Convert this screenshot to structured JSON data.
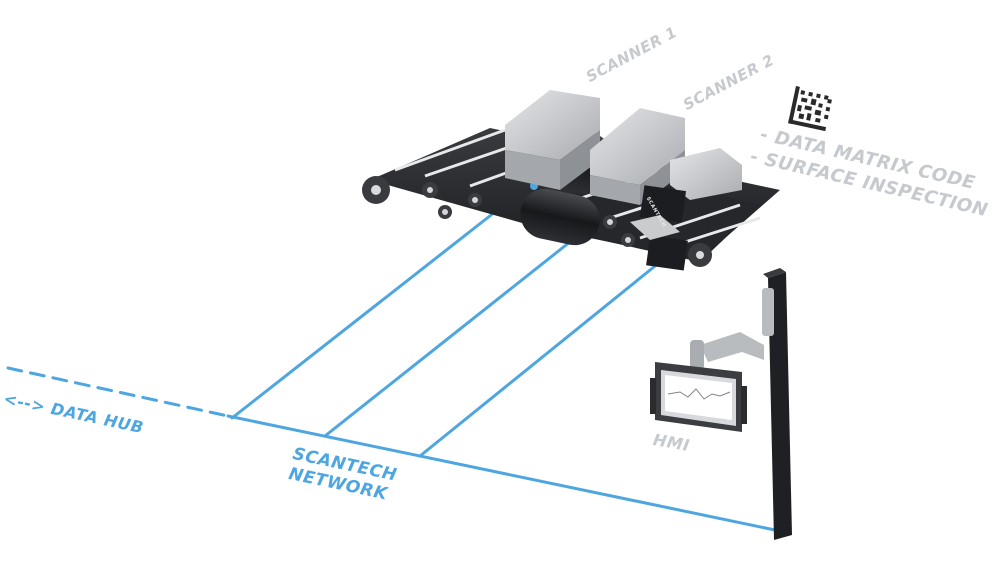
{
  "labels": {
    "scanner_1": "SCANNER 1",
    "scanner_2": "SCANNER 2",
    "feature_1": "- DATA MATRIX CODE",
    "feature_2": "- SURFACE INSPECTION",
    "data_hub": "<--> DATA HUB",
    "network_line1": "SCANTECH",
    "network_line2": "NETWORK",
    "hmi": "HMI",
    "brand_mark": "SCANTECH"
  },
  "colors": {
    "network_blue": "#4ea6e0",
    "label_grey": "#c6c9cd",
    "belt_dark": "#2b2c2f",
    "scanner_grey": "#c9cbcd",
    "post_black": "#1f2023"
  }
}
